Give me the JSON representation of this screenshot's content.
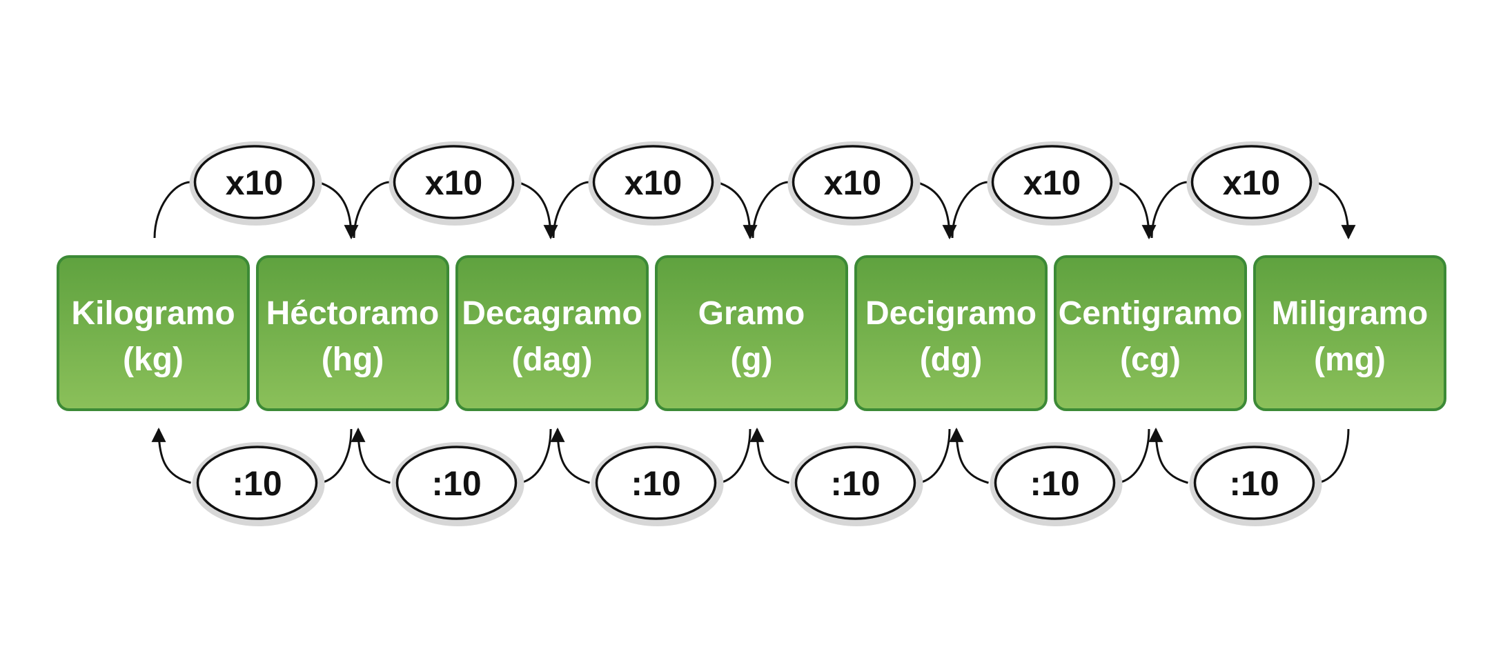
{
  "colors": {
    "box_top": "#5fa23f",
    "box_bottom": "#8bc05a",
    "box_border": "#3c8a36",
    "box_text": "#ffffff",
    "ellipse_border": "#111111",
    "ellipse_shadow": "#d7d7d7"
  },
  "units": [
    {
      "name": "Kilogramo",
      "abbr": "(kg)"
    },
    {
      "name": "Héctoramo",
      "abbr": "(hg)"
    },
    {
      "name": "Decagramo",
      "abbr": "(dag)"
    },
    {
      "name": "Gramo",
      "abbr": "(g)"
    },
    {
      "name": "Decigramo",
      "abbr": "(dg)"
    },
    {
      "name": "Centigramo",
      "abbr": "(cg)"
    },
    {
      "name": "Miligramo",
      "abbr": "(mg)"
    }
  ],
  "multiply_labels": [
    "x10",
    "x10",
    "x10",
    "x10",
    "x10",
    "x10"
  ],
  "divide_labels": [
    ":10",
    ":10",
    ":10",
    ":10",
    ":10",
    ":10"
  ]
}
